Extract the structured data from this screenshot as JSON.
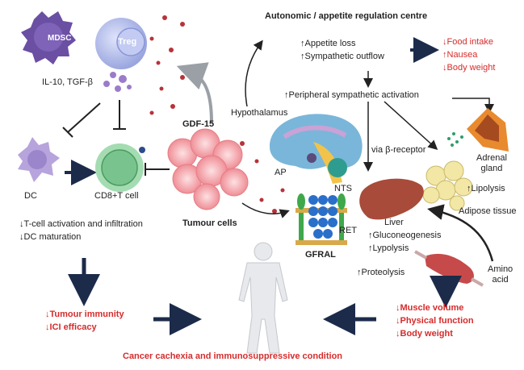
{
  "labels": {
    "mdsc": "MDSC",
    "treg": "Treg",
    "il10": "IL-10, TGF-β",
    "gdf15": "GDF-15",
    "dc": "DC",
    "cd8": "CD8+T cell",
    "tumour_cells": "Tumour cells",
    "tcell_effect_1": "↓T-cell activation and infiltration",
    "tcell_effect_2": "↓DC maturation",
    "autonomic_title": "Autonomic / appetite regulation centre",
    "appetite_loss": "↑Appetite loss",
    "sympathetic_outflow": "↑Sympathetic outflow",
    "food_intake": "↓Food intake",
    "nausea": "↑Nausea",
    "body_weight_top": "↓Body weight",
    "peripheral": "↑Peripheral sympathetic activation",
    "hypothalamus": "Hypothalamus",
    "ap": "AP",
    "nts": "NTS",
    "ret": "RET",
    "gfral": "GFRAL",
    "via_beta": "via β-receptor",
    "adrenal_gland": "Adrenal\ngland",
    "lipolysis_right": "↑Lipolysis",
    "adipose": "Adipose tissue",
    "liver": "Liver",
    "gluconeogenesis": "↑Gluconeogenesis",
    "lipolysis_left": "↑Lypolysis",
    "proteolysis": "↑Proteolysis",
    "amino_acid": "Amino\nacid",
    "tumour_immunity": "↓Tumour immunity",
    "ici_efficacy": "↓ICI efficacy",
    "muscle_volume": "↓Muscle volume",
    "physical_function": "↓Physical function",
    "body_weight_bottom": "↓Body weight",
    "footer": "Cancer cachexia and immunosuppressive condition"
  },
  "colors": {
    "accent_red": "#d62b2b",
    "arrow_navy": "#1c2b4a",
    "mdsc": "#6a4fa3",
    "treg": "#a9b3e6",
    "dc": "#b7a4dc",
    "cd8": "#79c48e",
    "tumour": "#f4a3a8",
    "liver": "#a84b3a",
    "adipose": "#f3e7a6",
    "muscle": "#c64a4a",
    "gfral": "#2a6fc9",
    "brain": "#7ab6d9"
  }
}
